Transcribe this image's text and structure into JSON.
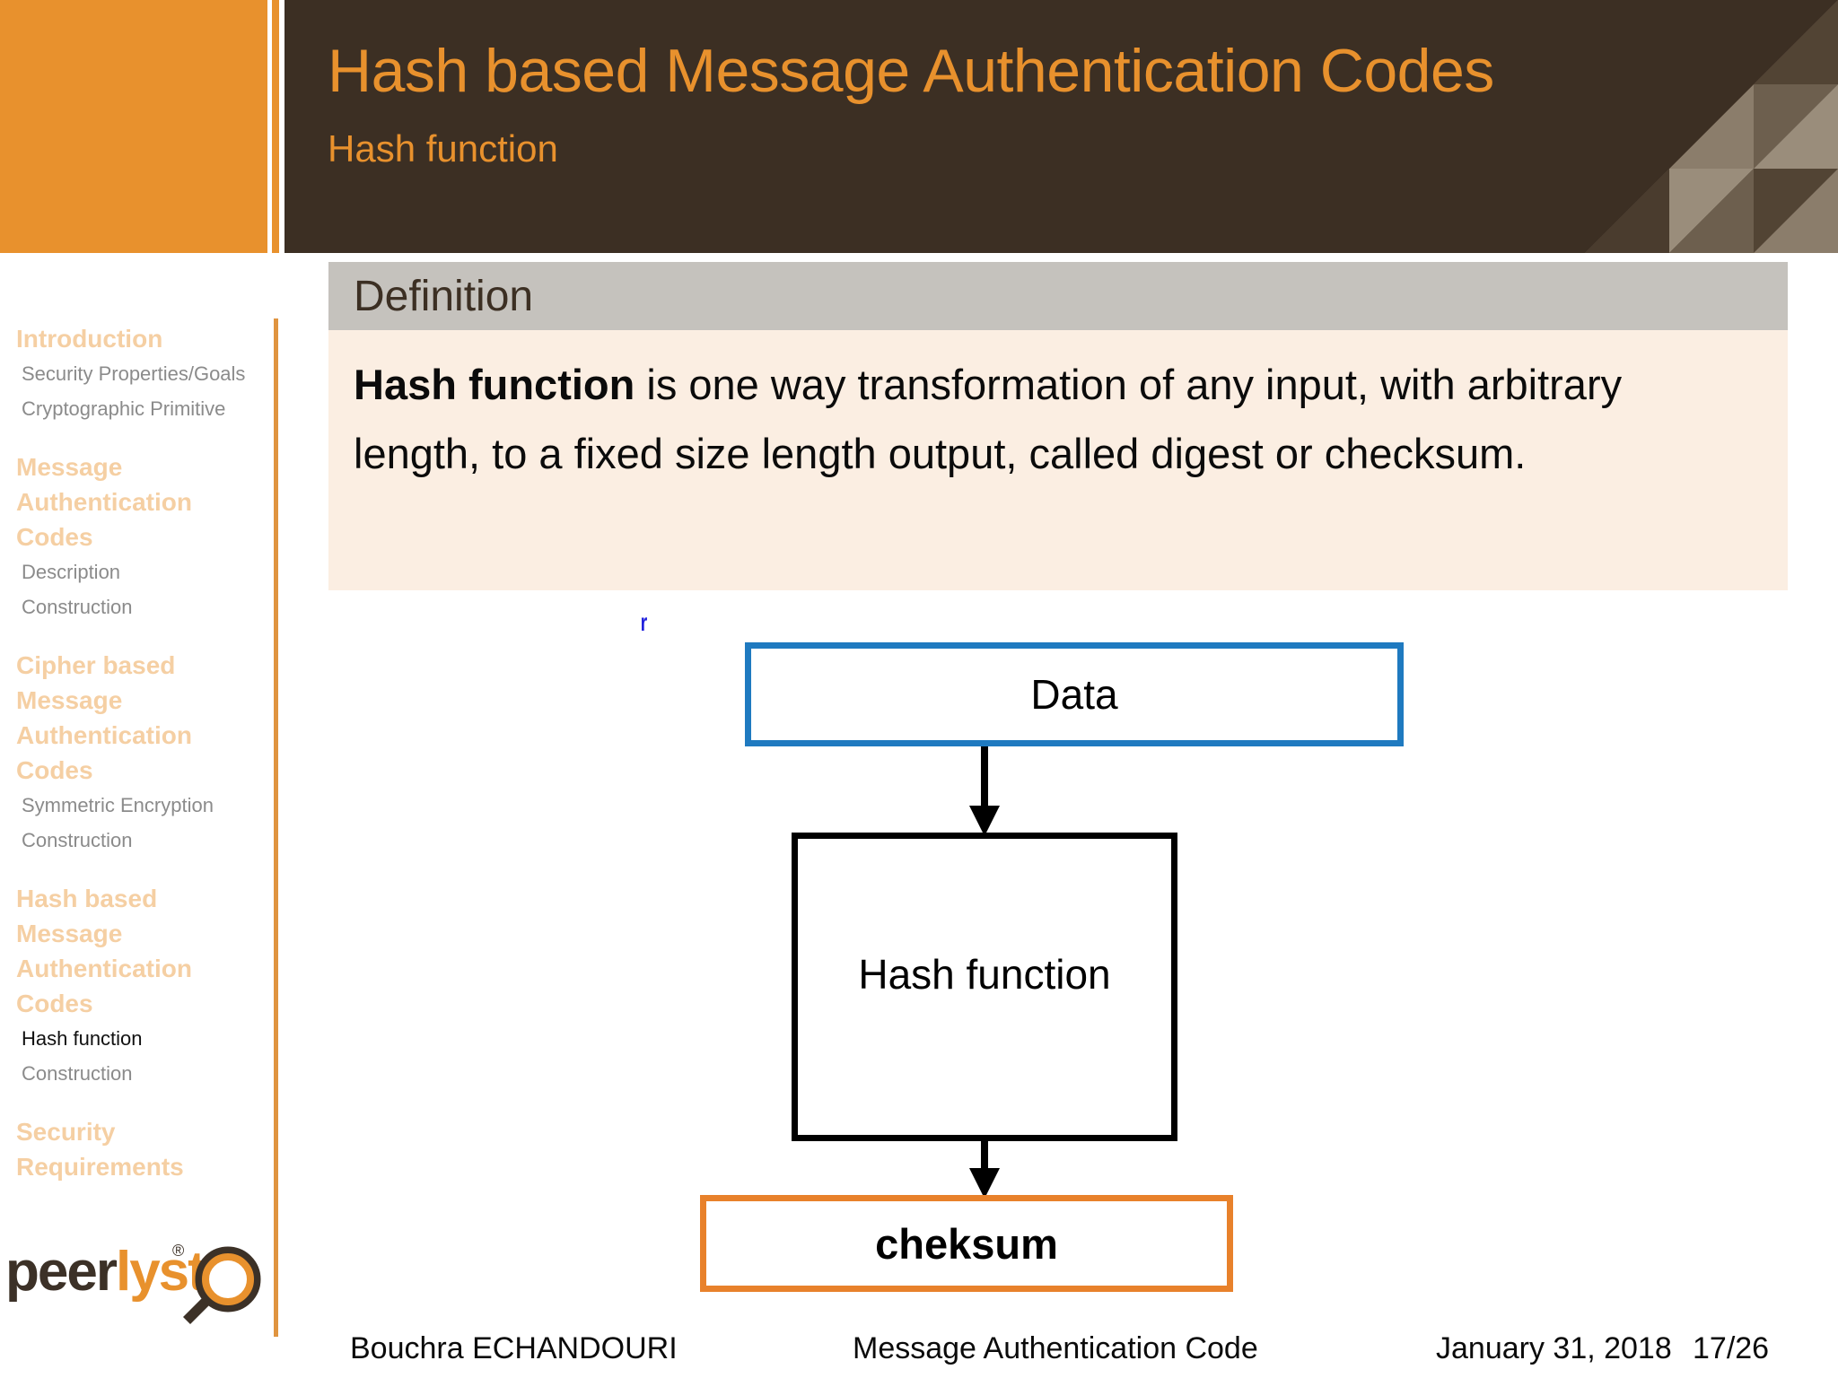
{
  "header": {
    "title": "Hash based Message Authentication Codes",
    "subtitle": "Hash function",
    "accent_orange": "#e8912d",
    "brown": "#3c2f23"
  },
  "sidebar": {
    "items": [
      {
        "label": "Introduction",
        "type": "section",
        "active": false
      },
      {
        "label": "Security Properties/Goals",
        "type": "sub",
        "active": false
      },
      {
        "label": "Cryptographic Primitive",
        "type": "sub",
        "active": false
      },
      {
        "label": "Message Authentication Codes",
        "type": "section",
        "active": false
      },
      {
        "label": "Description",
        "type": "sub",
        "active": false
      },
      {
        "label": "Construction",
        "type": "sub",
        "active": false
      },
      {
        "label": "Cipher based Message Authentication Codes",
        "type": "section",
        "active": false
      },
      {
        "label": "Symmetric Encryption",
        "type": "sub",
        "active": false
      },
      {
        "label": "Construction",
        "type": "sub",
        "active": false
      },
      {
        "label": "Hash based Message Authentication Codes",
        "type": "section",
        "active": false
      },
      {
        "label": "Hash function",
        "type": "sub",
        "active": true
      },
      {
        "label": "Construction",
        "type": "sub",
        "active": false
      },
      {
        "label": "Security Requirements",
        "type": "section",
        "active": false
      }
    ],
    "logo": {
      "text_part1": "peer",
      "text_part2": "lyst",
      "registered_mark": "®"
    }
  },
  "definition": {
    "header_title": "Definition",
    "term": "Hash function",
    "body_rest": " is one way transformation of any input, with arbitrary length, to a fixed size length output, called digest or checksum.",
    "header_bg": "#c5c2bd",
    "body_bg": "#fbeee2"
  },
  "diagram": {
    "artifact_mark": "r",
    "nodes": [
      {
        "label": "Data",
        "border_color": "#1f7ac0"
      },
      {
        "label": "Hash function",
        "border_color": "#000000"
      },
      {
        "label": "cheksum",
        "border_color": "#e8812b"
      }
    ]
  },
  "footer": {
    "author": "Bouchra ECHANDOURI",
    "center": "Message Authentication Code",
    "date": "January 31, 2018",
    "page": "17/26"
  }
}
